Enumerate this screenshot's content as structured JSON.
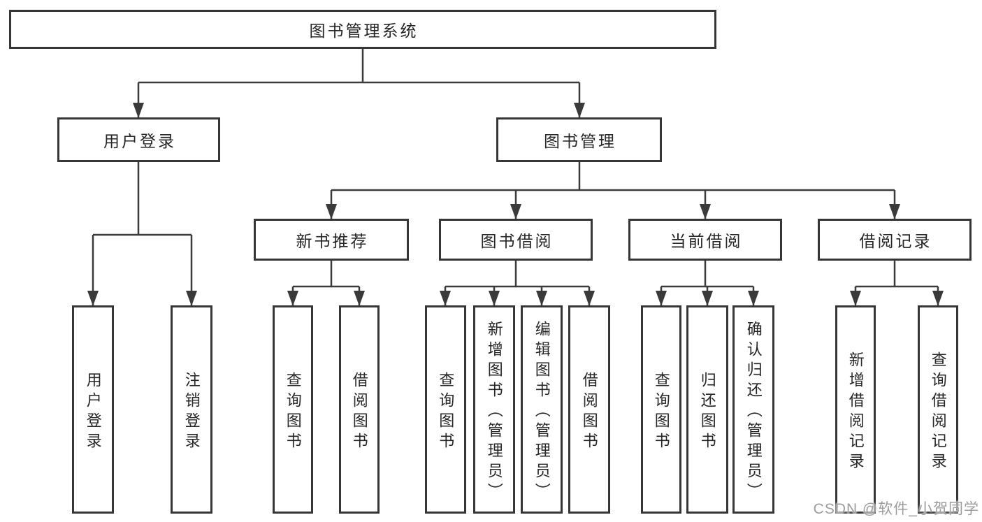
{
  "diagram": {
    "title_node": "图书管理系统",
    "root": {
      "label": "图书管理系统"
    },
    "branches": [
      {
        "label": "用户登录",
        "children": [
          {
            "label": "用户登录"
          },
          {
            "label": "注销登录"
          }
        ]
      },
      {
        "label": "图书管理",
        "children": [
          {
            "label": "新书推荐",
            "children": [
              {
                "label": "查询图书"
              },
              {
                "label": "借阅图书"
              }
            ]
          },
          {
            "label": "图书借阅",
            "children": [
              {
                "label": "查询图书"
              },
              {
                "label": "新增图书（管理员）"
              },
              {
                "label": "编辑图书（管理员）"
              },
              {
                "label": "借阅图书"
              }
            ]
          },
          {
            "label": "当前借阅",
            "children": [
              {
                "label": "查询图书"
              },
              {
                "label": "归还图书"
              },
              {
                "label": "确认归还（管理员）"
              }
            ]
          },
          {
            "label": "借阅记录",
            "children": [
              {
                "label": "新增借阅记录"
              },
              {
                "label": "查询借阅记录"
              }
            ]
          }
        ]
      }
    ]
  },
  "watermark": {
    "text": "CSDN @软件_小贺同学"
  },
  "colors": {
    "line": "#3a3a3a",
    "box_border": "#363636",
    "text": "#262626",
    "background": "#ffffff",
    "watermark": "#9c9c9c"
  }
}
